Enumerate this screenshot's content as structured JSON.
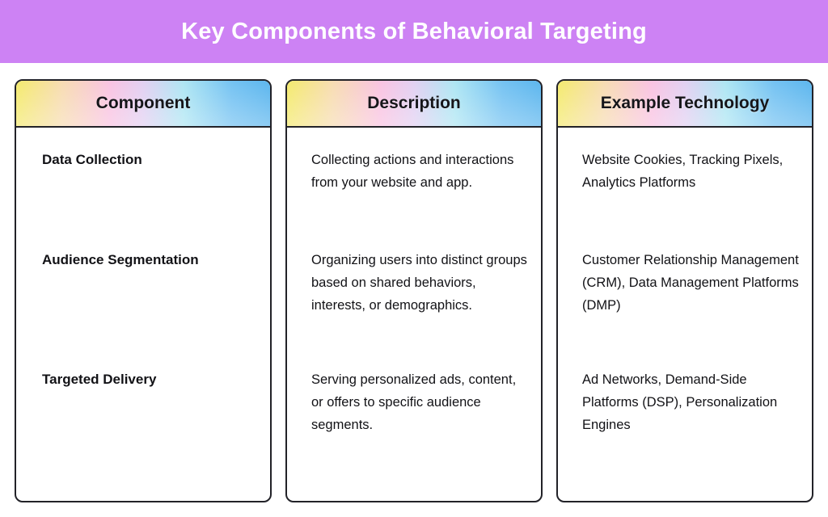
{
  "banner": {
    "title": "Key Components of Behavioral Targeting",
    "background_color": "#cd82f4",
    "text_color": "#ffffff"
  },
  "table": {
    "header_gradient": {
      "from": "#f4ea6e",
      "mid_pink": "#f9c3e2",
      "mid_cyan": "#aee6f3",
      "to": "#5cb6ee"
    },
    "border_color": "#222228",
    "columns": [
      {
        "key": "component",
        "header": "Component"
      },
      {
        "key": "description",
        "header": "Description"
      },
      {
        "key": "example",
        "header": "Example Technology"
      }
    ],
    "rows": [
      {
        "component": "Data Collection",
        "description": "Collecting actions and interactions from your website and app.",
        "example": "Website Cookies, Tracking Pixels, Analytics Platforms"
      },
      {
        "component": "Audience Segmentation",
        "description": "Organizing users into distinct groups based on shared behaviors, interests, or demographics.",
        "example": "Customer Relationship Management (CRM), Data Management Platforms (DMP)"
      },
      {
        "component": "Targeted Delivery",
        "description": "Serving personalized ads, content, or offers to specific audience segments.",
        "example": "Ad Networks, Demand-Side Platforms (DSP), Personalization Engines"
      }
    ]
  }
}
